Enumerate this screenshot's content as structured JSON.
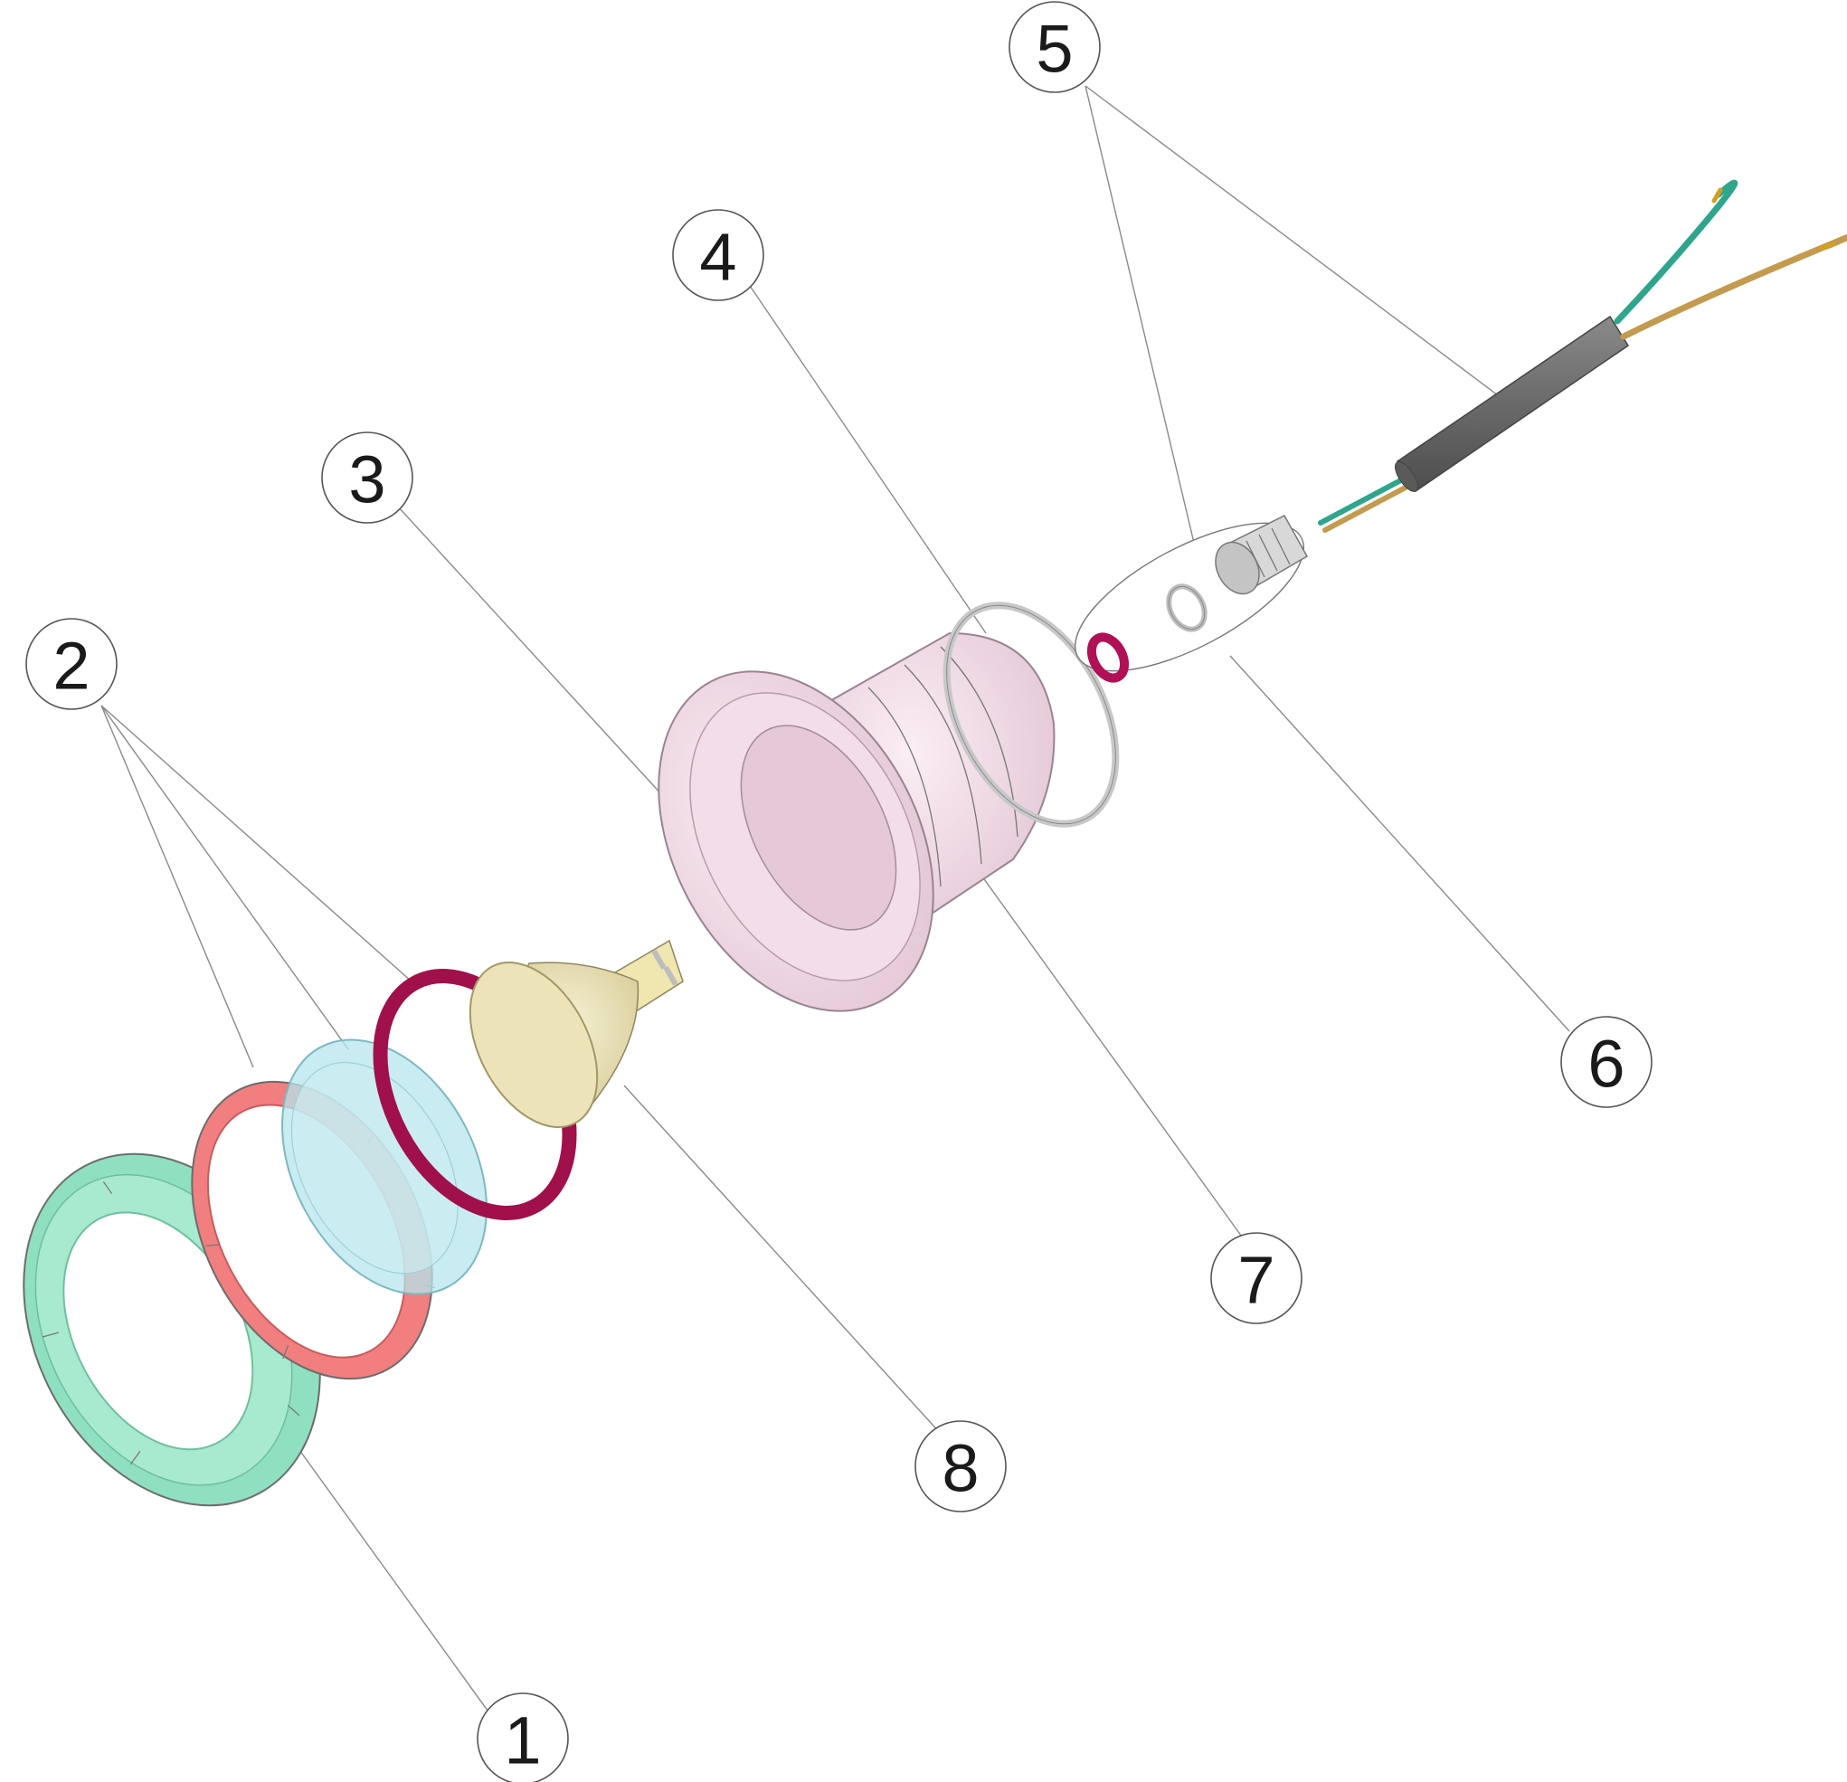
{
  "diagram": {
    "callouts": [
      {
        "id": "1",
        "label": "1"
      },
      {
        "id": "2",
        "label": "2"
      },
      {
        "id": "3",
        "label": "3"
      },
      {
        "id": "4",
        "label": "4"
      },
      {
        "id": "5",
        "label": "5"
      },
      {
        "id": "6",
        "label": "6"
      },
      {
        "id": "7",
        "label": "7"
      },
      {
        "id": "8",
        "label": "8"
      }
    ],
    "colors": {
      "trim_ring": "#8fe0c0",
      "lock_ring": "#f27f7f",
      "lens": "#b6e6ec",
      "gasket": "#a0104a",
      "lamp": "#ece4b8",
      "housing": "#f3dde8",
      "o_ring": "#c8c8c8",
      "cable_jacket": "#6e6e6e",
      "wire_green": "#2fa58c",
      "wire_brown": "#c39a4e",
      "gland": "#d8d8d8",
      "connector": "#b8b8b8"
    }
  }
}
